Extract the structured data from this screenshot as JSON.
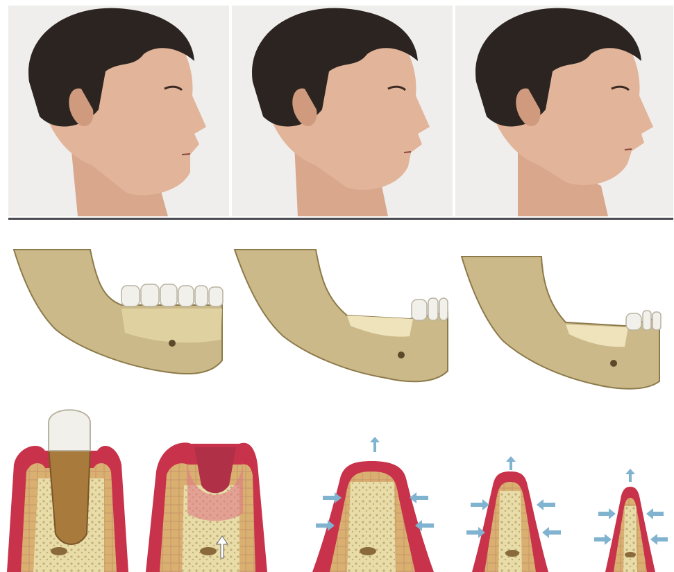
{
  "image": {
    "subject": "bone-loss-after-tooth-extraction",
    "rows": [
      {
        "name": "face-profiles",
        "panels": [
          "profile-normal",
          "profile-moderate-loss",
          "profile-severe-loss"
        ]
      },
      {
        "name": "mandible-stages",
        "panels": [
          "mandible-full-teeth",
          "mandible-partial-teeth",
          "mandible-few-teeth"
        ]
      },
      {
        "name": "alveolar-ridge-stages",
        "panels": [
          "socket-with-tooth",
          "socket-after-extraction",
          "ridge-resorption-1",
          "ridge-resorption-2",
          "ridge-resorption-3"
        ]
      }
    ],
    "colors": {
      "skin": "#e2b49a",
      "hair": "#2b2420",
      "background_panel": "#efeeec",
      "bone": "#cbb98a",
      "bone_inner": "#e8dca8",
      "gum": "#c8324a",
      "gum_light": "#e07a86",
      "tooth": "#f2f0ea",
      "root": "#a87a3c",
      "arrow": "#7fb3cf",
      "divider": "#4a4a52"
    }
  }
}
